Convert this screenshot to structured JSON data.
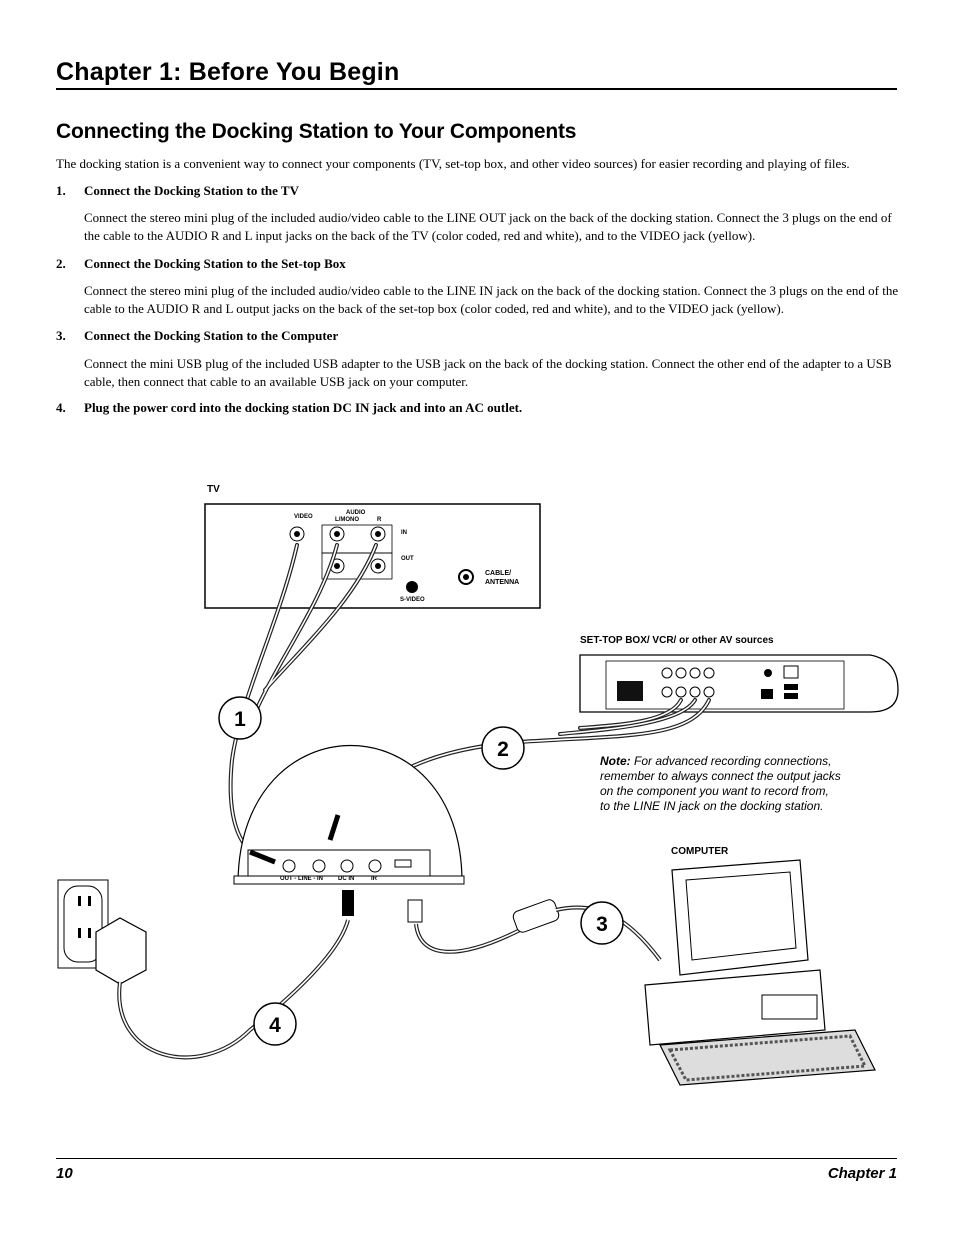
{
  "header": {
    "chapter_title": "Chapter 1: Before You Begin"
  },
  "section": {
    "title": "Connecting the Docking Station to Your Components",
    "intro": "The docking station is a convenient way to connect your components (TV, set-top box, and other video sources) for easier recording and playing of files."
  },
  "steps": [
    {
      "number": "1.",
      "title": "Connect the Docking Station to the TV",
      "body": "Connect the stereo mini plug of the included audio/video cable to the LINE OUT jack on the back of the docking station. Connect the 3 plugs on the end of the cable to the AUDIO R and L input jacks on the back of the TV (color coded, red and white), and to the VIDEO jack (yellow)."
    },
    {
      "number": "2.",
      "title": "Connect the Docking Station to the Set-top Box",
      "body": "Connect the stereo mini plug of the included audio/video cable to the LINE IN jack on the back of the docking station. Connect the 3 plugs on the end of the cable to the AUDIO R and L output jacks on the back of the set-top box (color coded, red and white), and to the VIDEO jack (yellow)."
    },
    {
      "number": "3.",
      "title": "Connect the Docking Station to the Computer",
      "body": "Connect the mini USB plug of the included USB adapter to the USB jack on the back of the docking station. Connect the other end of the adapter to a USB cable, then connect that cable to an available USB jack on your computer."
    },
    {
      "number": "4.",
      "title": "Plug the power cord into the docking station DC IN jack and into an AC outlet.",
      "body": ""
    }
  ],
  "diagram": {
    "tv_label": "TV",
    "tv_video": "VIDEO",
    "tv_audio": "AUDIO",
    "tv_lmono": "L/MONO",
    "tv_r": "R",
    "tv_in": "IN",
    "tv_out": "OUT",
    "tv_svideo": "S-VIDEO",
    "tv_cable1": "CABLE/",
    "tv_cable2": "ANTENNA",
    "stb_label": "SET-TOP BOX/ VCR/ or other AV sources",
    "dock_out": "OUT - LINE - IN",
    "dock_dc": "DC IN",
    "dock_ir": "IR",
    "computer_label": "COMPUTER",
    "note_lead": "Note:",
    "note_line1": "For advanced recording connections,",
    "note_line2": "remember to always connect the output jacks",
    "note_line3": "on the component you want to record from,",
    "note_line4": "to the LINE IN jack on the docking station.",
    "callouts": [
      "1",
      "2",
      "3",
      "4"
    ]
  },
  "footer": {
    "page_number": "10",
    "chapter": "Chapter 1"
  }
}
